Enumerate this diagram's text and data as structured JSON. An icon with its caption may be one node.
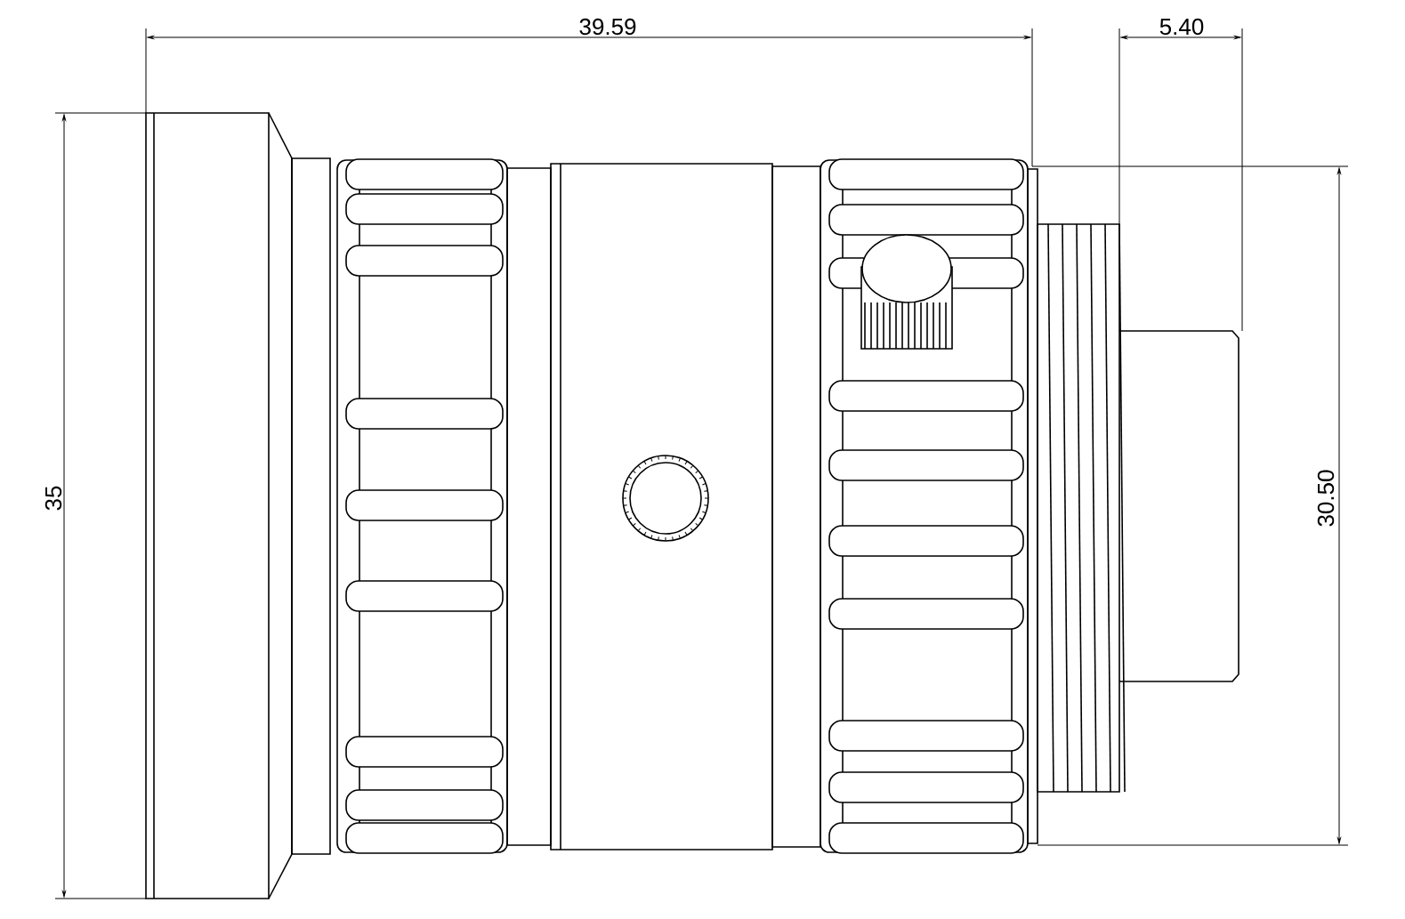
{
  "diagram": {
    "labels": [
      "39.59",
      "5.40",
      "35",
      "30.50"
    ]
  }
}
